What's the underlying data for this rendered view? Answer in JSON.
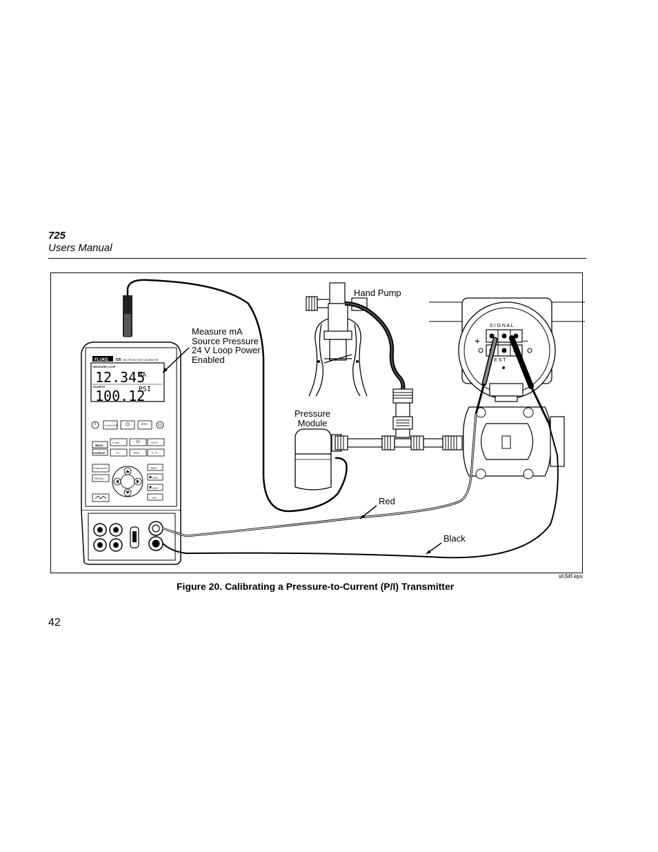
{
  "header": {
    "model": "725",
    "manual": "Users Manual"
  },
  "figure": {
    "caption": "Figure 20. Calibrating a Pressure-to-Current (P/I) Transmitter",
    "file_ref": "sh34f.eps",
    "callouts": {
      "measure_lines": [
        "Measure mA",
        "Source Pressure",
        "24 V Loop Power",
        "Enabled"
      ],
      "hand_pump": "Hand Pump",
      "pressure_module_lines": [
        "Pressure",
        "Module"
      ],
      "red": "Red",
      "black": "Black"
    },
    "calibrator": {
      "brand": "FLUKE",
      "model": "725",
      "subtitle": "MULTIFUNCTION CALIBRATOR",
      "measure_label": "MEASURE LOOP",
      "measure_value": "12.345",
      "measure_unit": "mA",
      "source_label": "SOURCE",
      "source_value": "100.12",
      "source_unit": "PSI",
      "keys": {
        "v_ma_loop": "V mA LOOP",
        "zero": "ZERO",
        "v_ma": "V mA",
        "hz_ohm": "Hz Ω",
        "meas": "MEAS",
        "source": "SOURCE",
        "tc": "TC",
        "rtd": "RTD",
        "c_f": "°C °F",
        "store_setup": "STORE SETUP",
        "recall": "RECALL",
        "p100": "100%",
        "p25a": "25%",
        "p25b": "25%",
        "p0": "0%"
      }
    },
    "transmitter": {
      "signal": "S I G N A L",
      "test": "T E S T",
      "plus": "+",
      "minus": "−"
    }
  }
}
